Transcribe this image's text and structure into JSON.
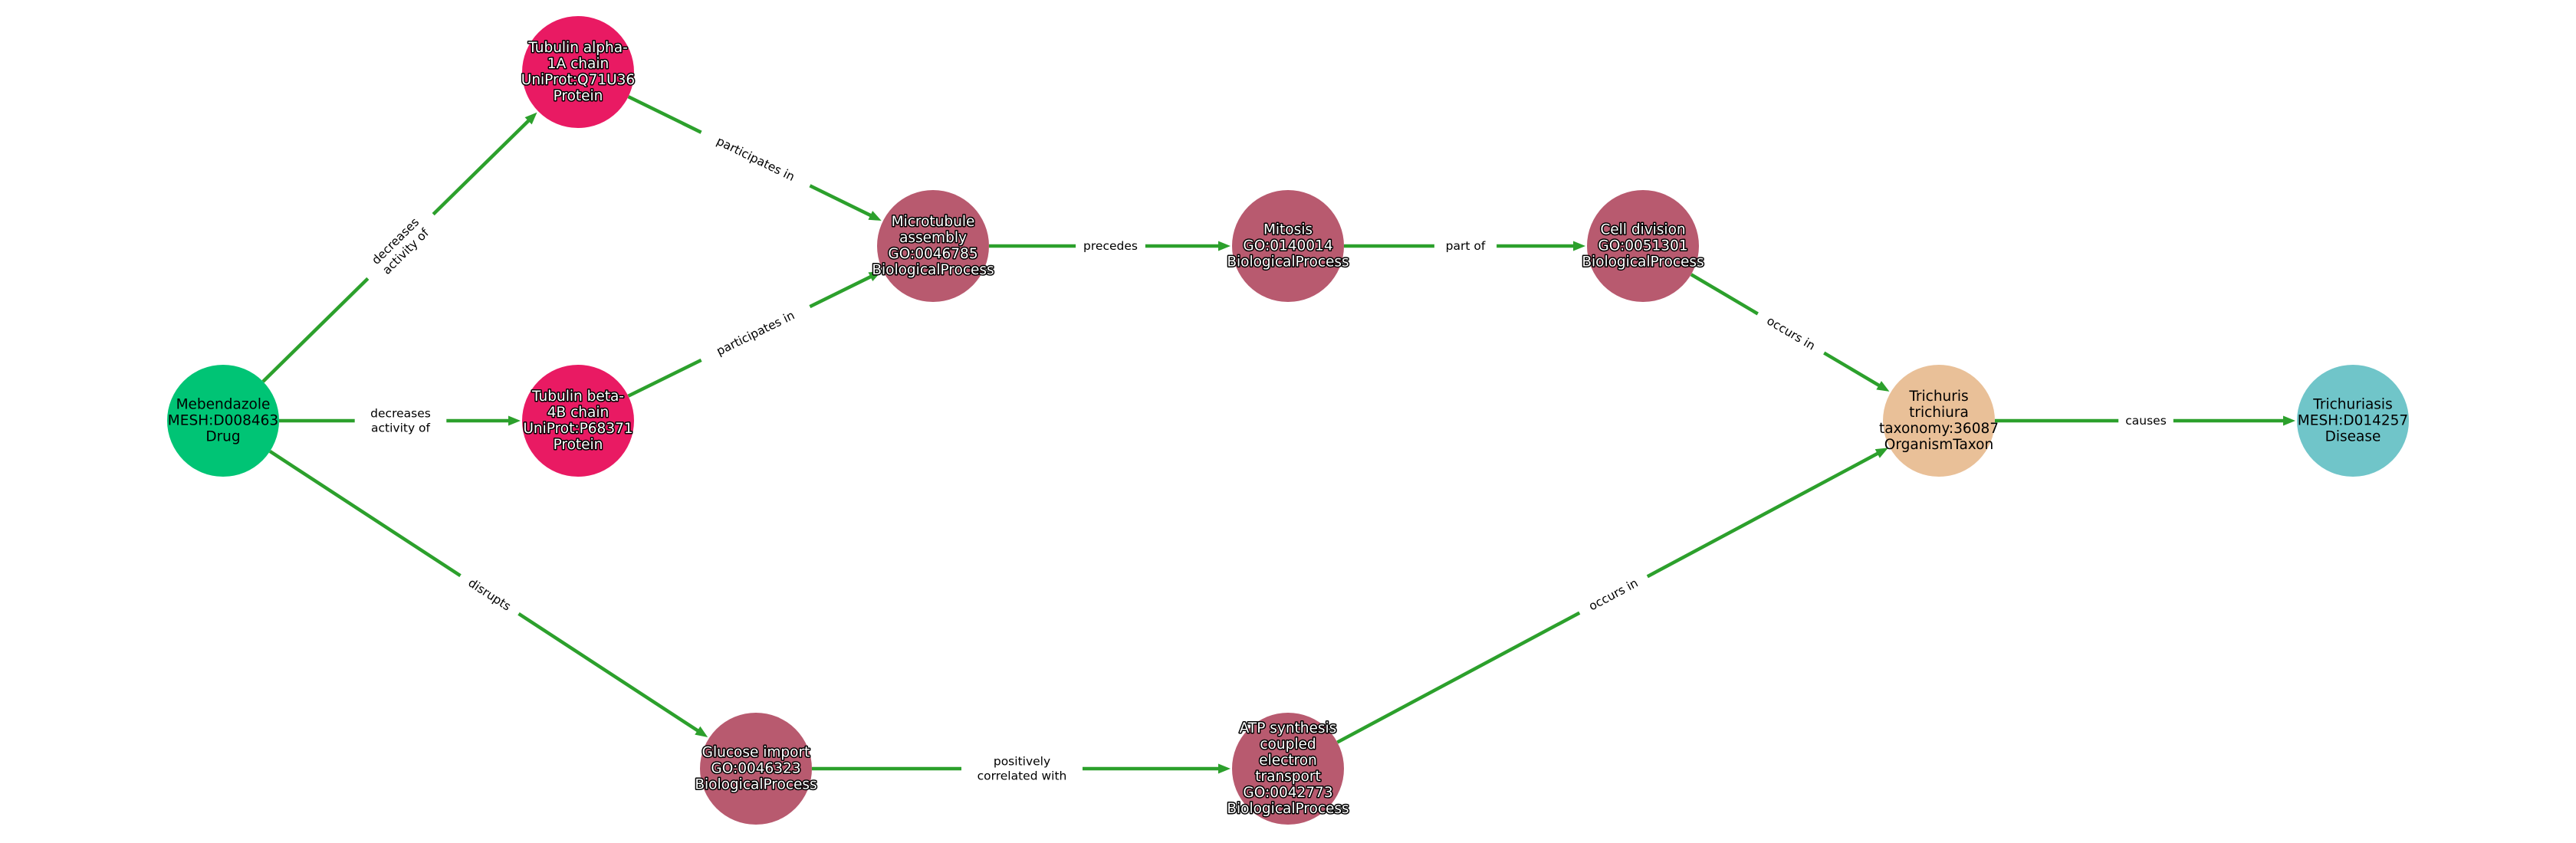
{
  "colors": {
    "Drug": "#00c475",
    "Protein": "#e91a63",
    "BiologicalProcess": "#b85a6f",
    "OrganismTaxon": "#e9c098",
    "Disease": "#70c5c9",
    "edge": "#2ca02c"
  },
  "nodes": [
    {
      "id": "mebendazole",
      "type": "Drug",
      "dark": false,
      "lines": [
        "Mebendazole",
        "MESH:D008463",
        "Drug"
      ]
    },
    {
      "id": "tuba1a",
      "type": "Protein",
      "dark": true,
      "lines": [
        "Tubulin alpha-",
        "1A chain",
        "UniProt:Q71U36",
        "Protein"
      ]
    },
    {
      "id": "tubb4b",
      "type": "Protein",
      "dark": true,
      "lines": [
        "Tubulin beta-",
        "4B chain",
        "UniProt:P68371",
        "Protein"
      ]
    },
    {
      "id": "microtubule",
      "type": "BiologicalProcess",
      "dark": true,
      "lines": [
        "Microtubule",
        "assembly",
        "GO:0046785",
        "BiologicalProcess"
      ]
    },
    {
      "id": "mitosis",
      "type": "BiologicalProcess",
      "dark": true,
      "lines": [
        "Mitosis",
        "GO:0140014",
        "BiologicalProcess"
      ]
    },
    {
      "id": "celldivision",
      "type": "BiologicalProcess",
      "dark": true,
      "lines": [
        "Cell division",
        "GO:0051301",
        "BiologicalProcess"
      ]
    },
    {
      "id": "trichuris",
      "type": "OrganismTaxon",
      "dark": false,
      "lines": [
        "Trichuris",
        "trichiura",
        "taxonomy:36087",
        "OrganismTaxon"
      ]
    },
    {
      "id": "trichuriasis",
      "type": "Disease",
      "dark": false,
      "lines": [
        "Trichuriasis",
        "MESH:D014257",
        "Disease"
      ]
    },
    {
      "id": "glucose",
      "type": "BiologicalProcess",
      "dark": true,
      "lines": [
        "Glucose import",
        "GO:0046323",
        "BiologicalProcess"
      ]
    },
    {
      "id": "atp",
      "type": "BiologicalProcess",
      "dark": true,
      "lines": [
        "ATP synthesis",
        "coupled",
        "electron",
        "transport",
        "GO:0042773",
        "BiologicalProcess"
      ]
    }
  ],
  "edges": [
    {
      "source": "mebendazole",
      "target": "tuba1a",
      "lines": [
        "decreases",
        "activity of"
      ]
    },
    {
      "source": "mebendazole",
      "target": "tubb4b",
      "lines": [
        "decreases",
        "activity of"
      ]
    },
    {
      "source": "mebendazole",
      "target": "glucose",
      "lines": [
        "disrupts"
      ]
    },
    {
      "source": "tuba1a",
      "target": "microtubule",
      "lines": [
        "participates in"
      ]
    },
    {
      "source": "tubb4b",
      "target": "microtubule",
      "lines": [
        "participates in"
      ]
    },
    {
      "source": "microtubule",
      "target": "mitosis",
      "lines": [
        "precedes"
      ]
    },
    {
      "source": "mitosis",
      "target": "celldivision",
      "lines": [
        "part of"
      ]
    },
    {
      "source": "celldivision",
      "target": "trichuris",
      "lines": [
        "occurs in"
      ]
    },
    {
      "source": "glucose",
      "target": "atp",
      "lines": [
        "positively",
        "correlated with"
      ]
    },
    {
      "source": "atp",
      "target": "trichuris",
      "lines": [
        "occurs in"
      ]
    },
    {
      "source": "trichuris",
      "target": "trichuriasis",
      "lines": [
        "causes"
      ]
    }
  ]
}
